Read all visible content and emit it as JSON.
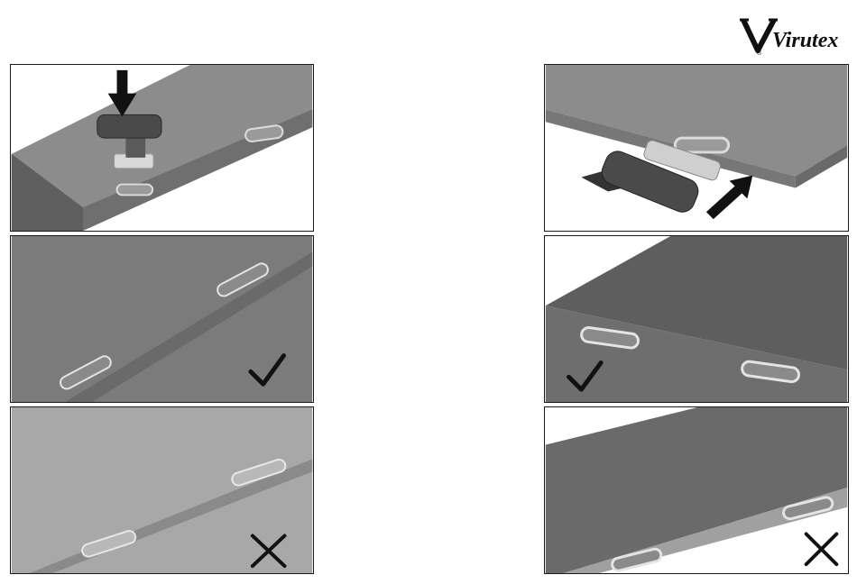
{
  "brand": {
    "name": "Virutex",
    "registered_mark": "®"
  },
  "panels": [
    {
      "id": "insert-connector-top",
      "marker": "arrow-down"
    },
    {
      "id": "insert-connector-side",
      "marker": "arrow-diagonal"
    },
    {
      "id": "flat-panel-correct",
      "marker": "check-mark"
    },
    {
      "id": "edge-panel-correct",
      "marker": "check-mark"
    },
    {
      "id": "flat-panel-incorrect",
      "marker": "cross-mark"
    },
    {
      "id": "edge-panel-incorrect",
      "marker": "cross-mark"
    }
  ],
  "colors": {
    "board_top_dark": "#7b7b7b",
    "board_top_mid": "#8c8c8c",
    "board_top_light": "#a8a8a8",
    "board_edge": "#6a6a6a",
    "slot_outline": "#e4e4e4",
    "mark": "#111111"
  }
}
